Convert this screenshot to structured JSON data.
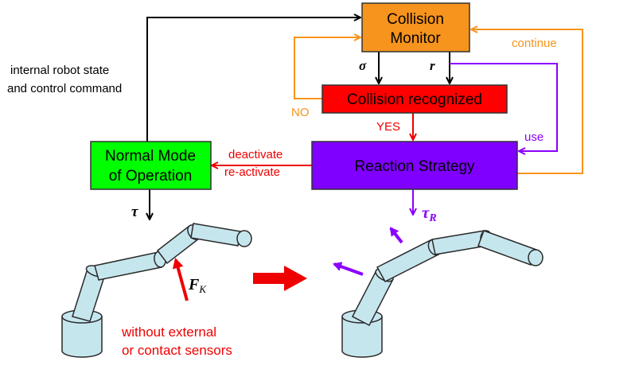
{
  "boxes": {
    "collision_monitor": {
      "line1": "Collision",
      "line2": "Monitor"
    },
    "collision_recognized": {
      "label": "Collision recognized"
    },
    "reaction_strategy": {
      "label": "Reaction Strategy"
    },
    "normal_mode": {
      "line1": "Normal Mode",
      "line2": "of Operation"
    }
  },
  "labels": {
    "state_line1": "internal robot state",
    "state_line2": "and control command",
    "continue": "continue",
    "no": "NO",
    "yes": "YES",
    "use": "use",
    "deactivate": "deactivate",
    "reactivate": "re-activate",
    "sigma": "σ",
    "r": "r",
    "tau": "τ",
    "tau_r": "τ",
    "tau_r_sub": "R",
    "fk": "F",
    "fk_sub": "K",
    "without_line1": "without external",
    "without_line2": "or contact sensors"
  },
  "colors": {
    "monitor_fill": "#f7941d",
    "recognized_fill": "#ff0000",
    "strategy_fill": "#7f00ff",
    "normal_fill": "#00ff00",
    "orange_arrow": "#f7941d",
    "purple_arrow": "#8b00ff",
    "red_arrow": "#ee0000",
    "red_text": "#ee0000",
    "arm_fill": "#c6e6ee",
    "arm_stroke": "#2a2a2a"
  }
}
